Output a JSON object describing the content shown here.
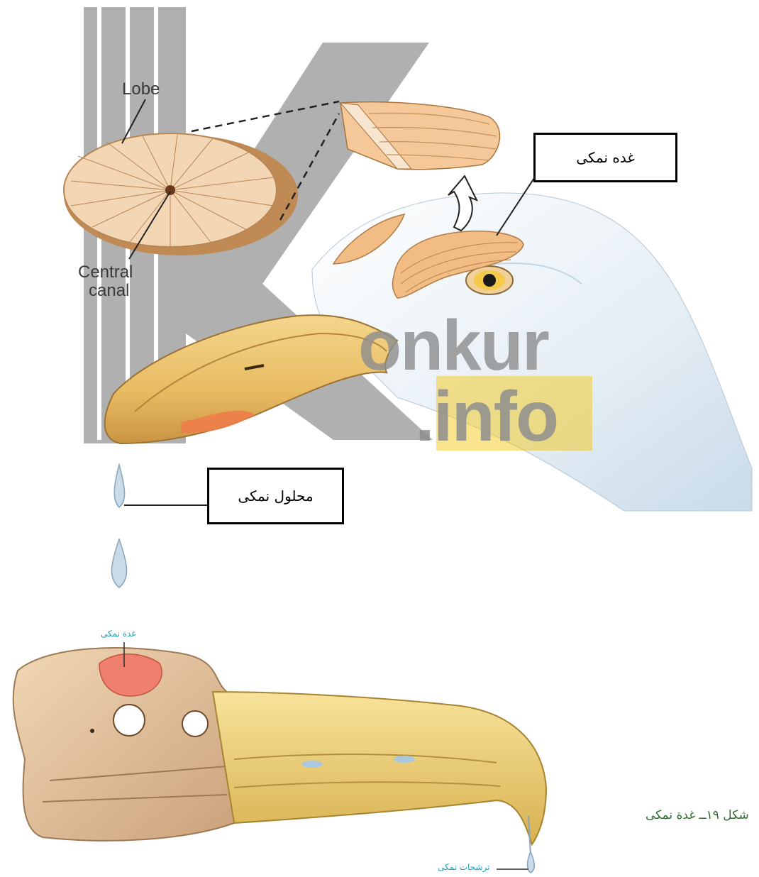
{
  "top_figure": {
    "labels": {
      "lobe": "Lobe",
      "central_canal_line1": "Central",
      "central_canal_line2": "canal"
    },
    "callouts": {
      "salt_gland": "غده نمکی",
      "salt_solution": "محلول نمکی"
    }
  },
  "watermark": {
    "word1": "onkur",
    "word2": ".info",
    "colors": {
      "gray": "#9b9b9b",
      "yellow": "#f3c200"
    }
  },
  "bottom_figure": {
    "gland_label": "غدة نمكی",
    "secretion_label": "ترشحات نمكی",
    "caption": "شكل ۱۹ــ غدة نمكی"
  },
  "colors": {
    "beak": "#e9c36e",
    "gland": "#f0b77f",
    "head": "#dde9f2",
    "skull": "#e7c9a5",
    "gland_red": "#ef8070"
  }
}
